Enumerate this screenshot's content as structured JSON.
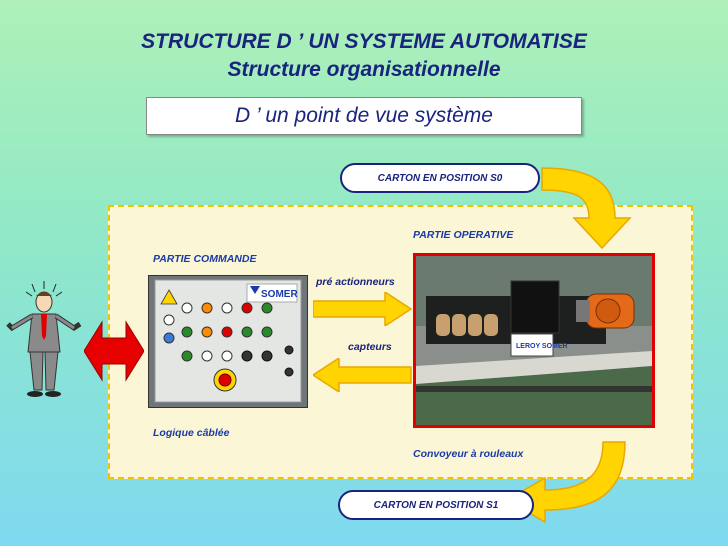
{
  "header": {
    "title": "STRUCTURE D ’ UN SYSTEME AUTOMATISE",
    "subtitle": "Structure organisationnelle"
  },
  "view_label": "D ’ un point de vue système",
  "states": {
    "start": "CARTON EN POSITION S0",
    "end": "CARTON EN POSITION S1"
  },
  "command": {
    "label": "PARTIE COMMANDE",
    "type_label": "Logique câblée",
    "brand": "SOMER"
  },
  "operative": {
    "label": "PARTIE OPERATIVE",
    "type_label": "Convoyeur à rouleaux",
    "brand": "LEROY SOMER"
  },
  "flows": {
    "to_operative": "pré actionneurs",
    "to_command": "capteurs"
  },
  "colors": {
    "arrow_yellow": "#ffd400",
    "arrow_red": "#e60000",
    "title_navy": "#1a237e",
    "panel_border": "#f2c400"
  }
}
